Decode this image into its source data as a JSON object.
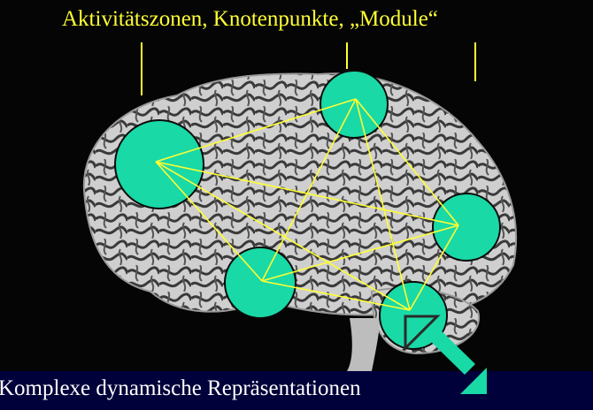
{
  "title": "Aktivitätszonen, Knotenpunkte, „Module“",
  "caption": "Komplexe dynamische Repräsentationen",
  "colors": {
    "background": "#00003a",
    "brain_backdrop": "#050505",
    "brain_tissue": "#cfcfcf",
    "node_fill": "#19d9a6",
    "connection_line": "#ffff33",
    "arrow": "#19d9a6",
    "title_text": "#ffff33",
    "caption_text": "#ffffff"
  },
  "nodes": [
    {
      "id": "frontal"
    },
    {
      "id": "top"
    },
    {
      "id": "occipital"
    },
    {
      "id": "temporal"
    },
    {
      "id": "cerebellar"
    }
  ],
  "connections": [
    [
      "frontal",
      "top"
    ],
    [
      "frontal",
      "occipital"
    ],
    [
      "frontal",
      "temporal"
    ],
    [
      "frontal",
      "cerebellar"
    ],
    [
      "top",
      "occipital"
    ],
    [
      "top",
      "temporal"
    ],
    [
      "top",
      "cerebellar"
    ],
    [
      "occipital",
      "temporal"
    ],
    [
      "occipital",
      "cerebellar"
    ],
    [
      "temporal",
      "cerebellar"
    ]
  ]
}
